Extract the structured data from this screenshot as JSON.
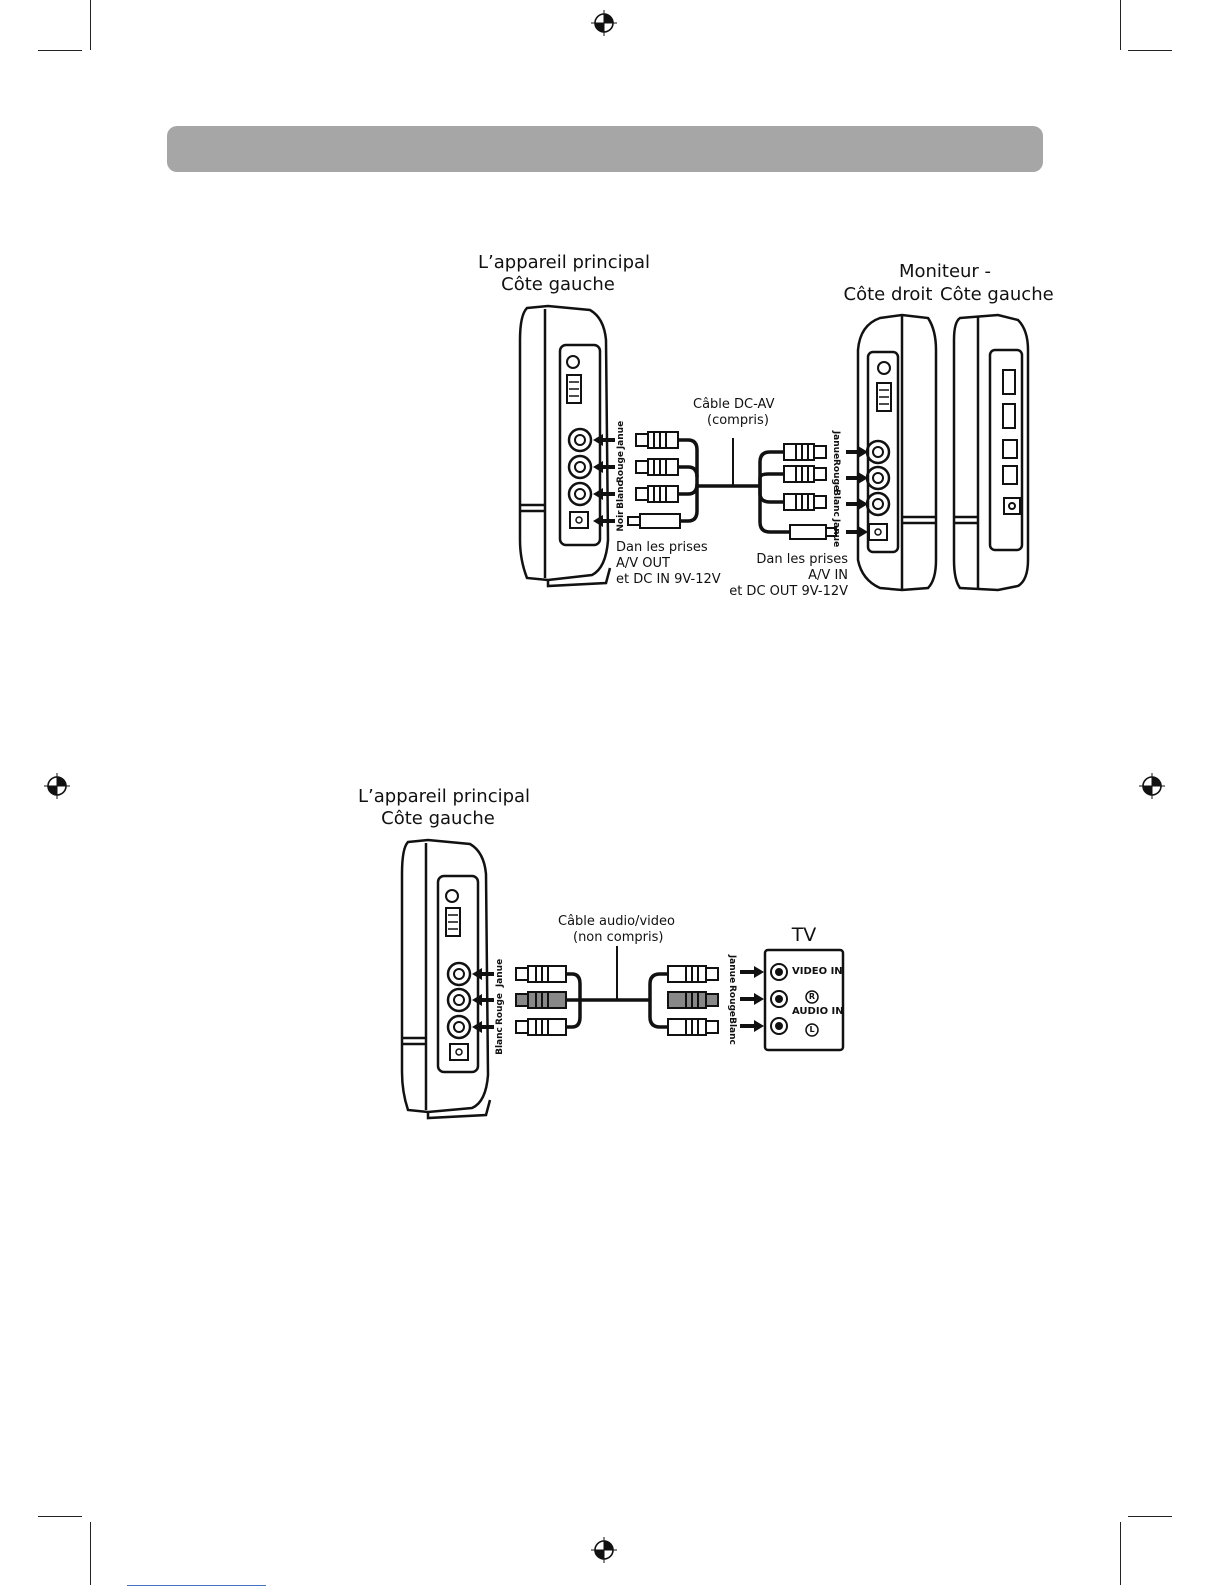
{
  "diagram1": {
    "main_unit_title": "L’appareil principal",
    "main_unit_subtitle": "Côte gauche",
    "monitor_title": "Moniteur -",
    "monitor_right": "Côte droit",
    "monitor_left": "Côte gauche",
    "cable_name": "Câble DC-AV",
    "cable_note": "(compris)",
    "left_jacks": [
      "Janue",
      "Rouge",
      "Blanc",
      "Noir"
    ],
    "right_jacks": [
      "Janue",
      "Rouge",
      "Blanc",
      "Janue"
    ],
    "left_caption": [
      "Dan les prises",
      "A/V OUT",
      "et DC IN 9V-12V"
    ],
    "right_caption": [
      "Dan les prises",
      "A/V IN",
      "et DC OUT 9V-12V"
    ]
  },
  "diagram2": {
    "main_unit_title": "L’appareil principal",
    "main_unit_subtitle": "Côte gauche",
    "cable_name": "Câble audio/video",
    "cable_note": "(non compris)",
    "left_jacks": [
      "Janue",
      "Rouge",
      "Blanc"
    ],
    "right_jacks": [
      "Janue",
      "Rouge",
      "Blanc"
    ],
    "tv_title": "TV",
    "tv_video": "VIDEO IN",
    "tv_r": "R",
    "tv_audio": "AUDIO IN",
    "tv_l": "L"
  }
}
